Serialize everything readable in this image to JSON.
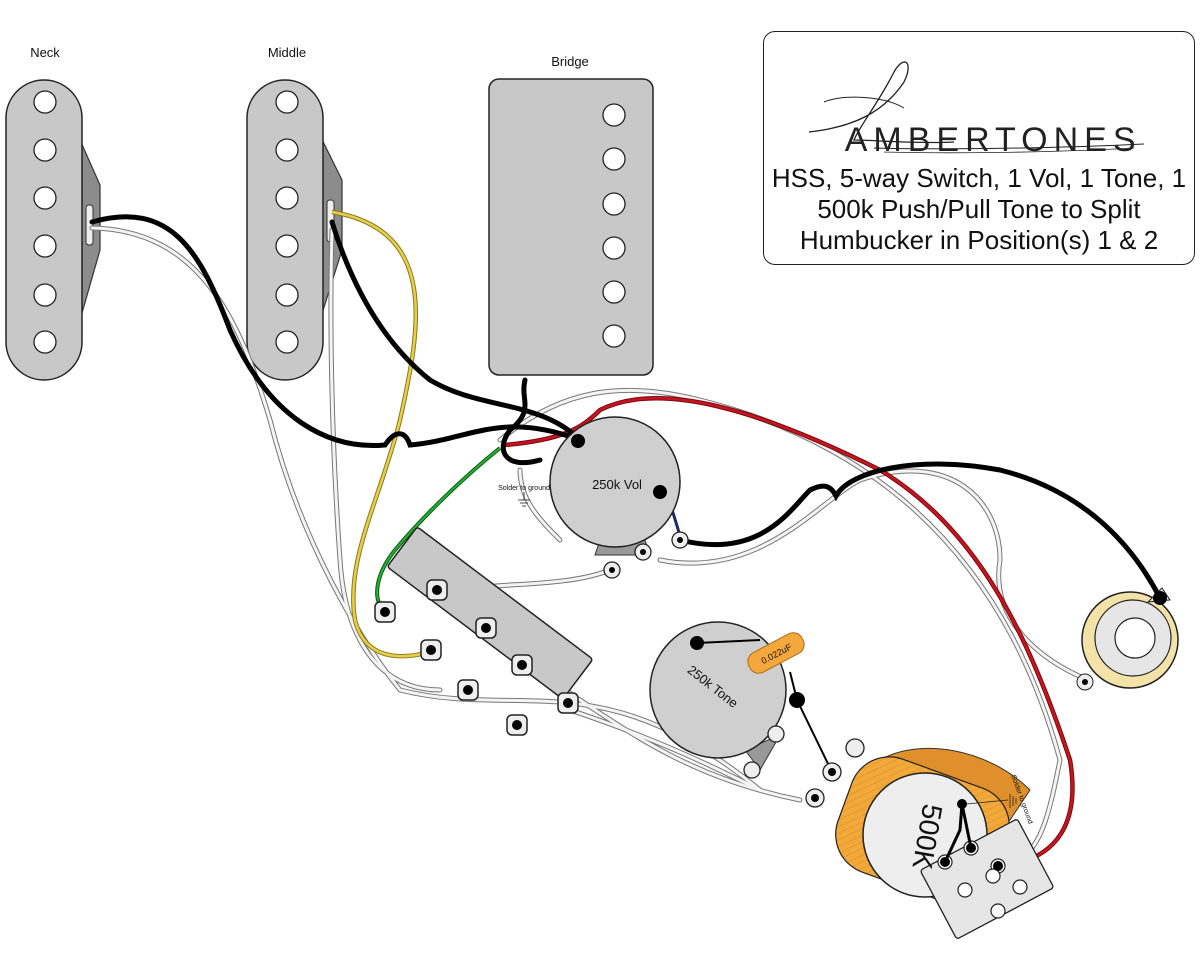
{
  "pickups": {
    "neck_label": "Neck",
    "middle_label": "Middle",
    "bridge_label": "Bridge"
  },
  "controls": {
    "volume_label": "250k Vol",
    "tone_label": "250k Tone",
    "push_pull_label": "500K",
    "capacitor_label": "0.022uF",
    "ground_note_1": "Solder to ground",
    "ground_note_2": "Solder to ground"
  },
  "title_box": {
    "brand_initial": "L",
    "brand_rest": "AMBERTONES",
    "line1": "HSS, 5-way Switch, 1 Vol, 1 Tone, 1",
    "line2": "500k Push/Pull Tone to Split",
    "line3": "Humbucker in Position(s) 1 & 2"
  },
  "colors": {
    "pickup_cover": "#c8c8c8",
    "hot_wire": "#000000",
    "red_wire": "#c8141e",
    "yellow_wire": "#d9c23a",
    "green_wire": "#1a9a2a",
    "cap": "#f4a73c",
    "pot_body": "#cfcfcf",
    "push_pull_body": "#f2a93b",
    "jack_ring": "#f3e3a8"
  }
}
